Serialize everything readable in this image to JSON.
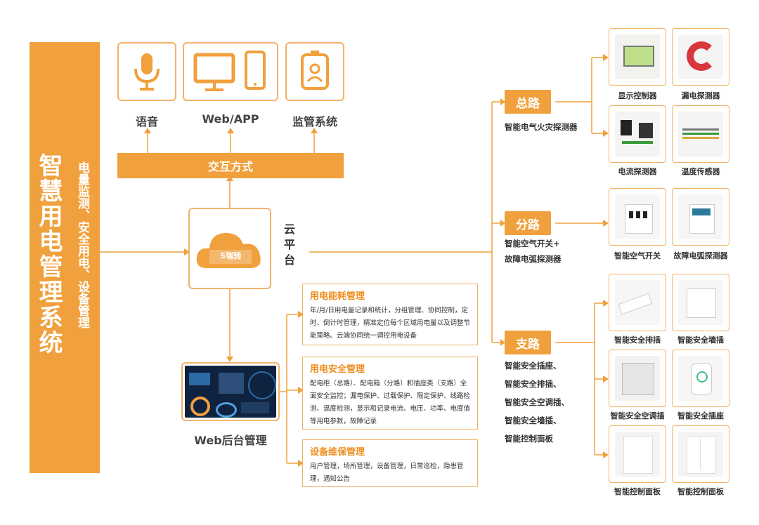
{
  "left_bar": {
    "title": "智慧用电管理系统",
    "subtitle": "电量监测、安全用电、设备管理"
  },
  "interaction": {
    "voice_label": "语音",
    "web_app_label": "Web/APP",
    "monitor_label": "监管系统",
    "bar_label": "交互方式"
  },
  "cloud": {
    "logo_text": "S瑞驰",
    "side_label": "云平台"
  },
  "backend": {
    "label": "Web后台管理"
  },
  "panels": [
    {
      "title": "用电能耗管理",
      "body": "年/月/日用电量记录和统计，分组管理、协同控制，定时、倒计时管理，精准定位每个区域用电量以及调整节能策略、云端协同统一调控用电设备"
    },
    {
      "title": "用电安全管理",
      "body": "配电柜（总路）、配电箱（分路）和插座类（支路）全面安全监控；漏电保护、过载保护、限定保护、线路检测、温度检测，显示和记录电流、电压、功率、电度值等用电参数，故障记录"
    },
    {
      "title": "设备维保管理",
      "body": "用户管理，场所管理，设备管理，日常巡检，隐患管理，通知公告"
    }
  ],
  "branches": [
    {
      "tag": "总路",
      "desc": [
        "智能电气火灾探测器"
      ],
      "devices": [
        "显示控制器",
        "漏电探测器",
        "电流探测器",
        "温度传感器"
      ]
    },
    {
      "tag": "分路",
      "desc": [
        "智能空气开关+",
        "故障电弧探测器"
      ],
      "devices": [
        "智能空气开关",
        "故障电弧探测器"
      ]
    },
    {
      "tag": "支路",
      "desc": [
        "智能安全插座、",
        "智能安全排插、",
        "智能安全空调插、",
        "智能安全墙插、",
        "智能控制面板"
      ],
      "devices": [
        "智能安全排插",
        "智能安全墙插",
        "智能安全空调插",
        "智能安全插座",
        "智能控制面板",
        "智能控制面板"
      ]
    }
  ],
  "colors": {
    "accent": "#f0a03c",
    "border": "#f3b26a",
    "panel_title": "#ef8e1e"
  }
}
